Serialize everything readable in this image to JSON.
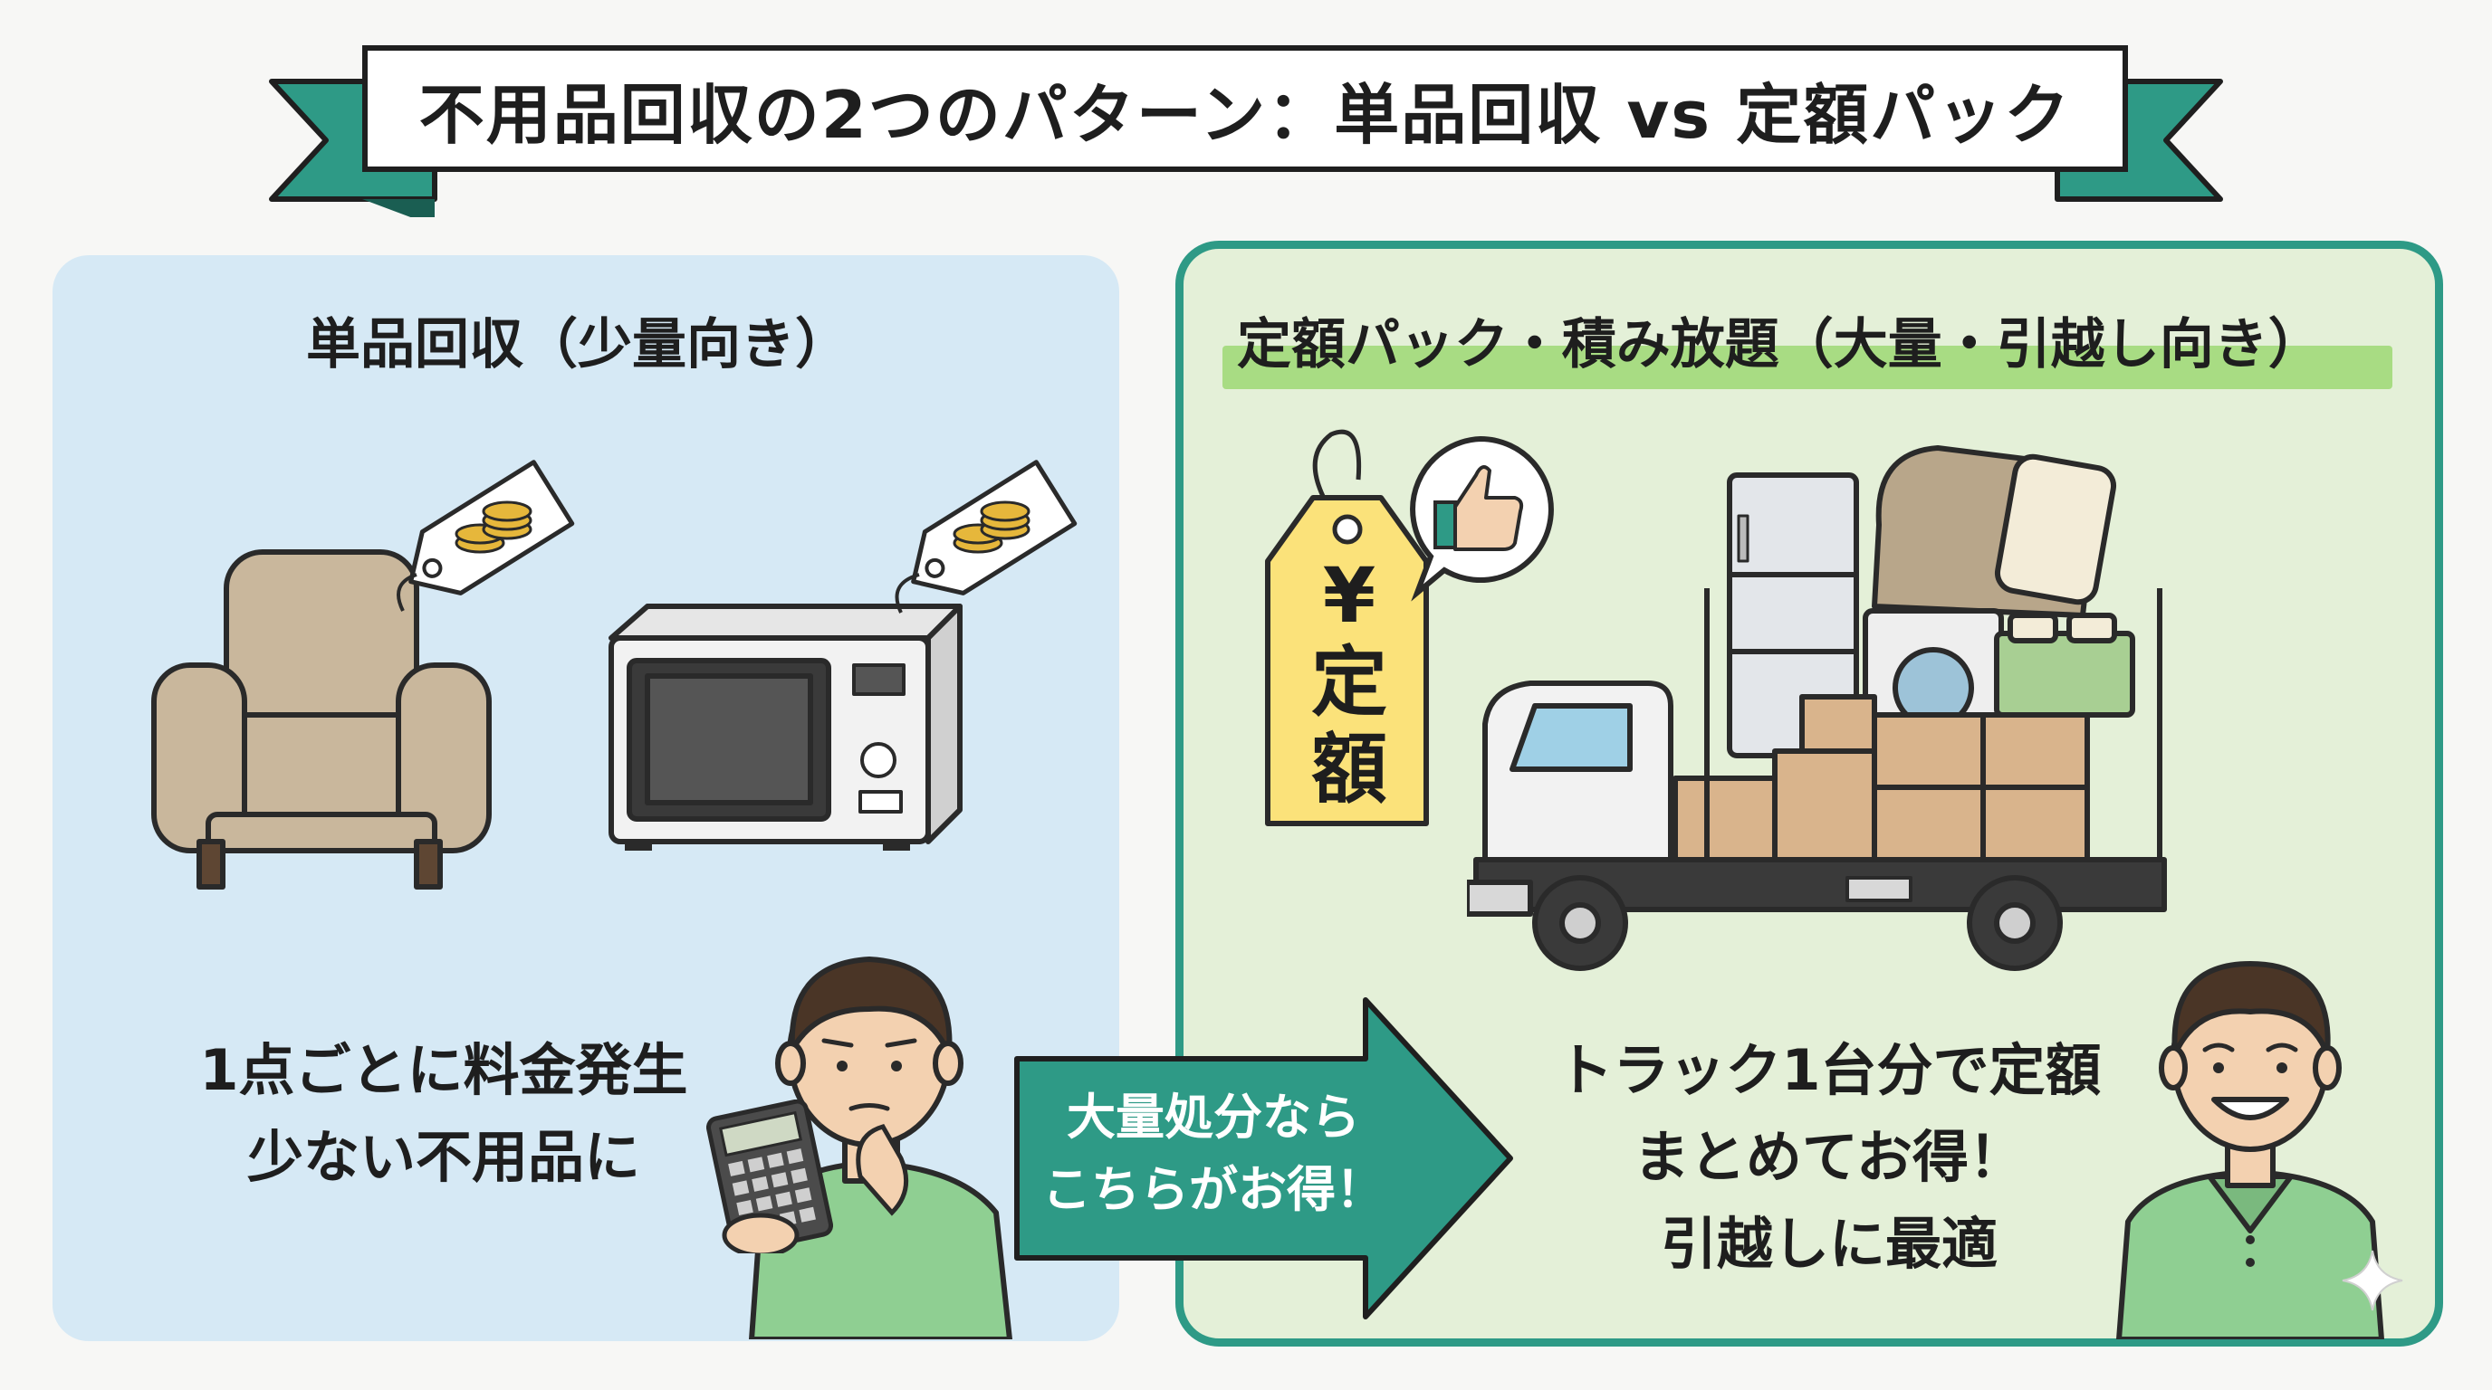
{
  "title": "不用品回収の2つのパターン：単品回収 vs 定額パック",
  "left_panel": {
    "heading": "単品回収（少量向き）",
    "lines": [
      "1点ごとに料金発生",
      "少ない不用品に"
    ]
  },
  "right_panel": {
    "heading": "定額パック・積み放題（大量・引越し向き）",
    "lines": [
      "トラック1台分で定額",
      "まとめてお得！",
      "引越しに最適"
    ],
    "tag": {
      "yen": "¥",
      "line1": "定",
      "line2": "額"
    }
  },
  "arrow": {
    "lines": [
      "大量処分なら",
      "こちらがお得！"
    ]
  },
  "colors": {
    "teal": "#2e9a86",
    "left_bg": "#d6e9f5",
    "right_bg": "#e4f0d8",
    "highlight": "#a8dc83",
    "tag_yellow": "#fbe27a",
    "shirt_green": "#8fcf92"
  },
  "icons": [
    "armchair-icon",
    "price-tag-icon",
    "coins-icon",
    "microwave-icon",
    "calculator-icon",
    "thumbs-up-icon",
    "truck-icon",
    "refrigerator-icon",
    "washing-machine-icon",
    "sofa-icon",
    "mattress-icon",
    "box-icon",
    "bed-icon",
    "sparkle-icon"
  ]
}
